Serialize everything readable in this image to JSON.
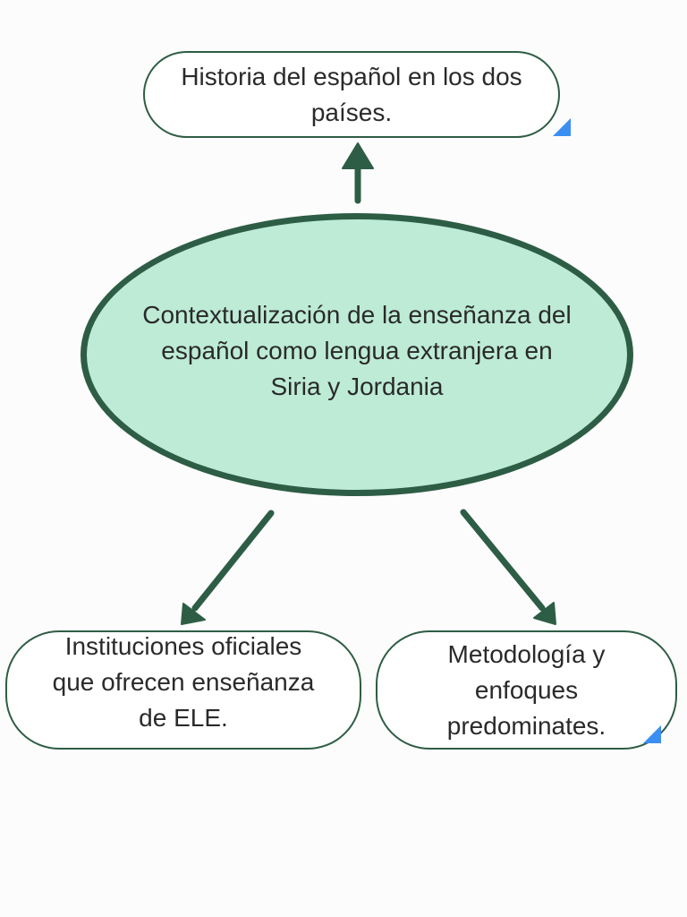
{
  "diagram": {
    "nodes": {
      "top": {
        "label": "Historia del español en los dos\npaíses."
      },
      "center": {
        "label": "Contextualización de la enseñanza del\nespañol como lengua extranjera en\nSiria y Jordania"
      },
      "left": {
        "label": "Instituciones oficiales\nque ofrecen enseñanza\nde ELE."
      },
      "right": {
        "label": "Metodología y\nenfoques\npredominates."
      }
    },
    "colors": {
      "stroke": "#2e5d45",
      "center_fill": "#bdebd6",
      "node_fill": "#ffffff",
      "marker": "#3b8ff2"
    },
    "connectors": [
      {
        "from": "center",
        "to": "top"
      },
      {
        "from": "center",
        "to": "left"
      },
      {
        "from": "center",
        "to": "right"
      }
    ]
  }
}
